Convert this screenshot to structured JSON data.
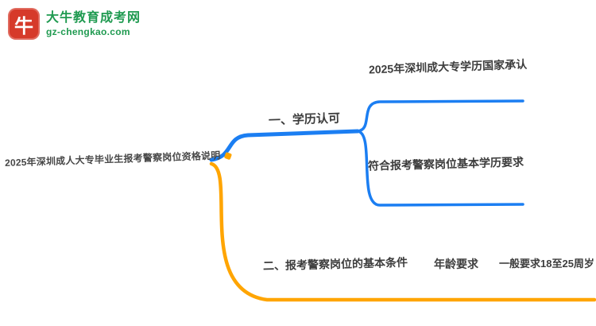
{
  "logo": {
    "icon_char": "牛",
    "brand": "大牛教育成考网",
    "domain": "gz-chengkao.com"
  },
  "colors": {
    "blue": "#1b7ef2",
    "orange": "#ffa502",
    "text": "#3d3d3d",
    "brand_green": "#1f9a50",
    "logo_red": "#d63a2a"
  },
  "mindmap": {
    "root": {
      "label": "2025年深圳成人大专毕业生报考警察岗位资格说明"
    },
    "branches": [
      {
        "label": "一、学历认可",
        "color": "#1b7ef2",
        "children": [
          {
            "label": "2025年深圳成大专学历国家承认"
          },
          {
            "label": "符合报考警察岗位基本学历要求"
          }
        ]
      },
      {
        "label": "二、报考警察岗位的基本条件",
        "color": "#ffa502",
        "children": [
          {
            "label": "年龄要求",
            "children": [
              {
                "label": "一般要求18至25周岁"
              }
            ]
          }
        ]
      }
    ]
  }
}
